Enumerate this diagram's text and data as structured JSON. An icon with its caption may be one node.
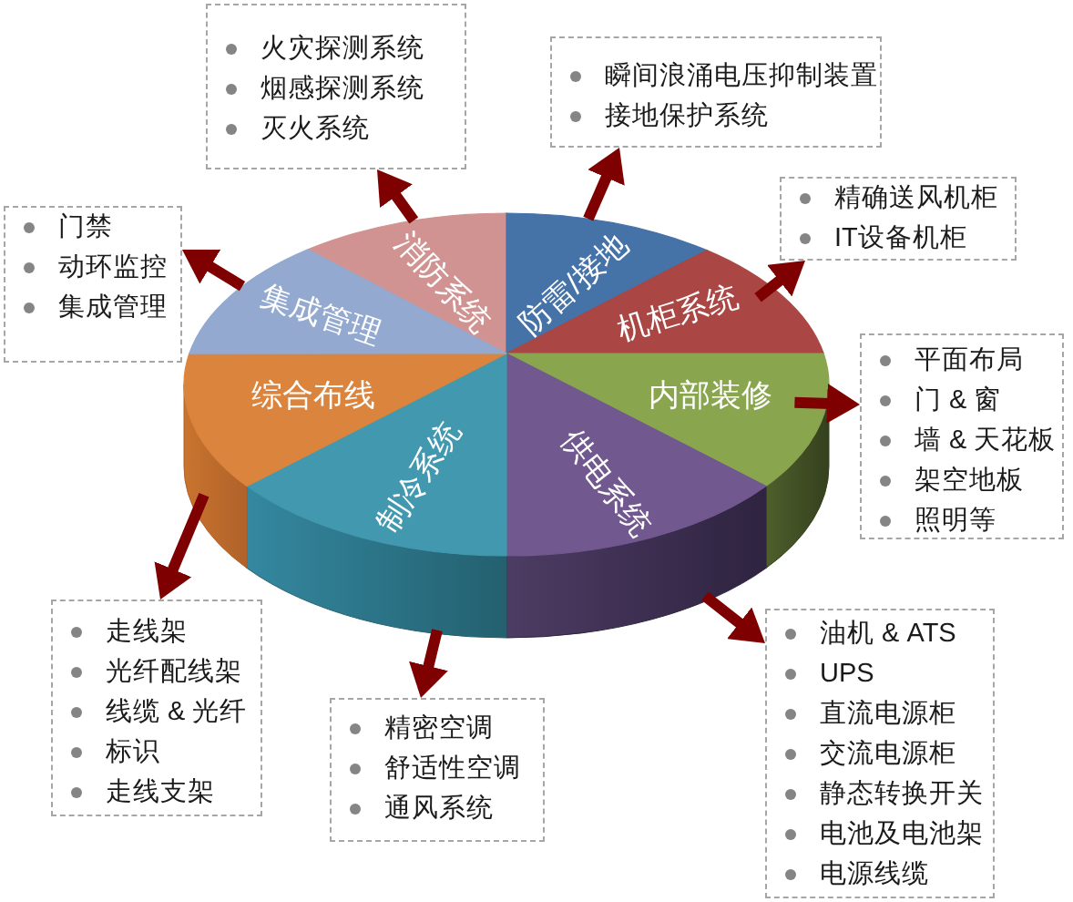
{
  "diagram": {
    "nodes": [
      {
        "text": [
          "消防系统"
        ]
      },
      {
        "text": [
          "防雷/接地"
        ]
      },
      {
        "text": [
          "机柜系统"
        ]
      },
      {
        "text": [
          "内部装修"
        ]
      },
      {
        "text": [
          "供电系统"
        ]
      },
      {
        "text": [
          "制冷系统"
        ]
      },
      {
        "text": [
          "综合布线"
        ]
      },
      {
        "text": [
          "集成管理"
        ]
      },
      {
        "text": [
          "火灾探测系统",
          "烟感探测系统",
          "灭火系统"
        ]
      },
      {
        "text": [
          "瞬间浪涌电压抑制装置",
          "接地保护系统"
        ]
      },
      {
        "text": [
          "精确送风机柜",
          "IT设备机柜"
        ]
      },
      {
        "text": [
          "平面布局",
          "门 & 窗",
          "墙 & 天花板",
          "架空地板",
          "照明等"
        ]
      },
      {
        "text": [
          "油机 & ATS",
          "UPS",
          "直流电源柜",
          "交流电源柜",
          "静态转换开关",
          "电池及电池架",
          "电源线缆"
        ]
      },
      {
        "text": [
          "精密空调",
          "舒适性空调",
          "通风系统"
        ]
      },
      {
        "text": [
          "走线架",
          "光纤配线架",
          "线缆 & 光纤",
          "标识",
          "走线支架"
        ]
      },
      {
        "text": [
          "门禁",
          "动环监控",
          "集成管理"
        ]
      }
    ],
    "edges": [
      {
        "from": 0,
        "to": 8,
        "arrow": "to"
      },
      {
        "from": 1,
        "to": 9,
        "arrow": "to"
      },
      {
        "from": 2,
        "to": 10,
        "arrow": "to"
      },
      {
        "from": 3,
        "to": 11,
        "arrow": "to"
      },
      {
        "from": 4,
        "to": 12,
        "arrow": "to"
      },
      {
        "from": 5,
        "to": 13,
        "arrow": "to"
      },
      {
        "from": 6,
        "to": 14,
        "arrow": "to"
      },
      {
        "from": 7,
        "to": 15,
        "arrow": "to"
      }
    ]
  }
}
